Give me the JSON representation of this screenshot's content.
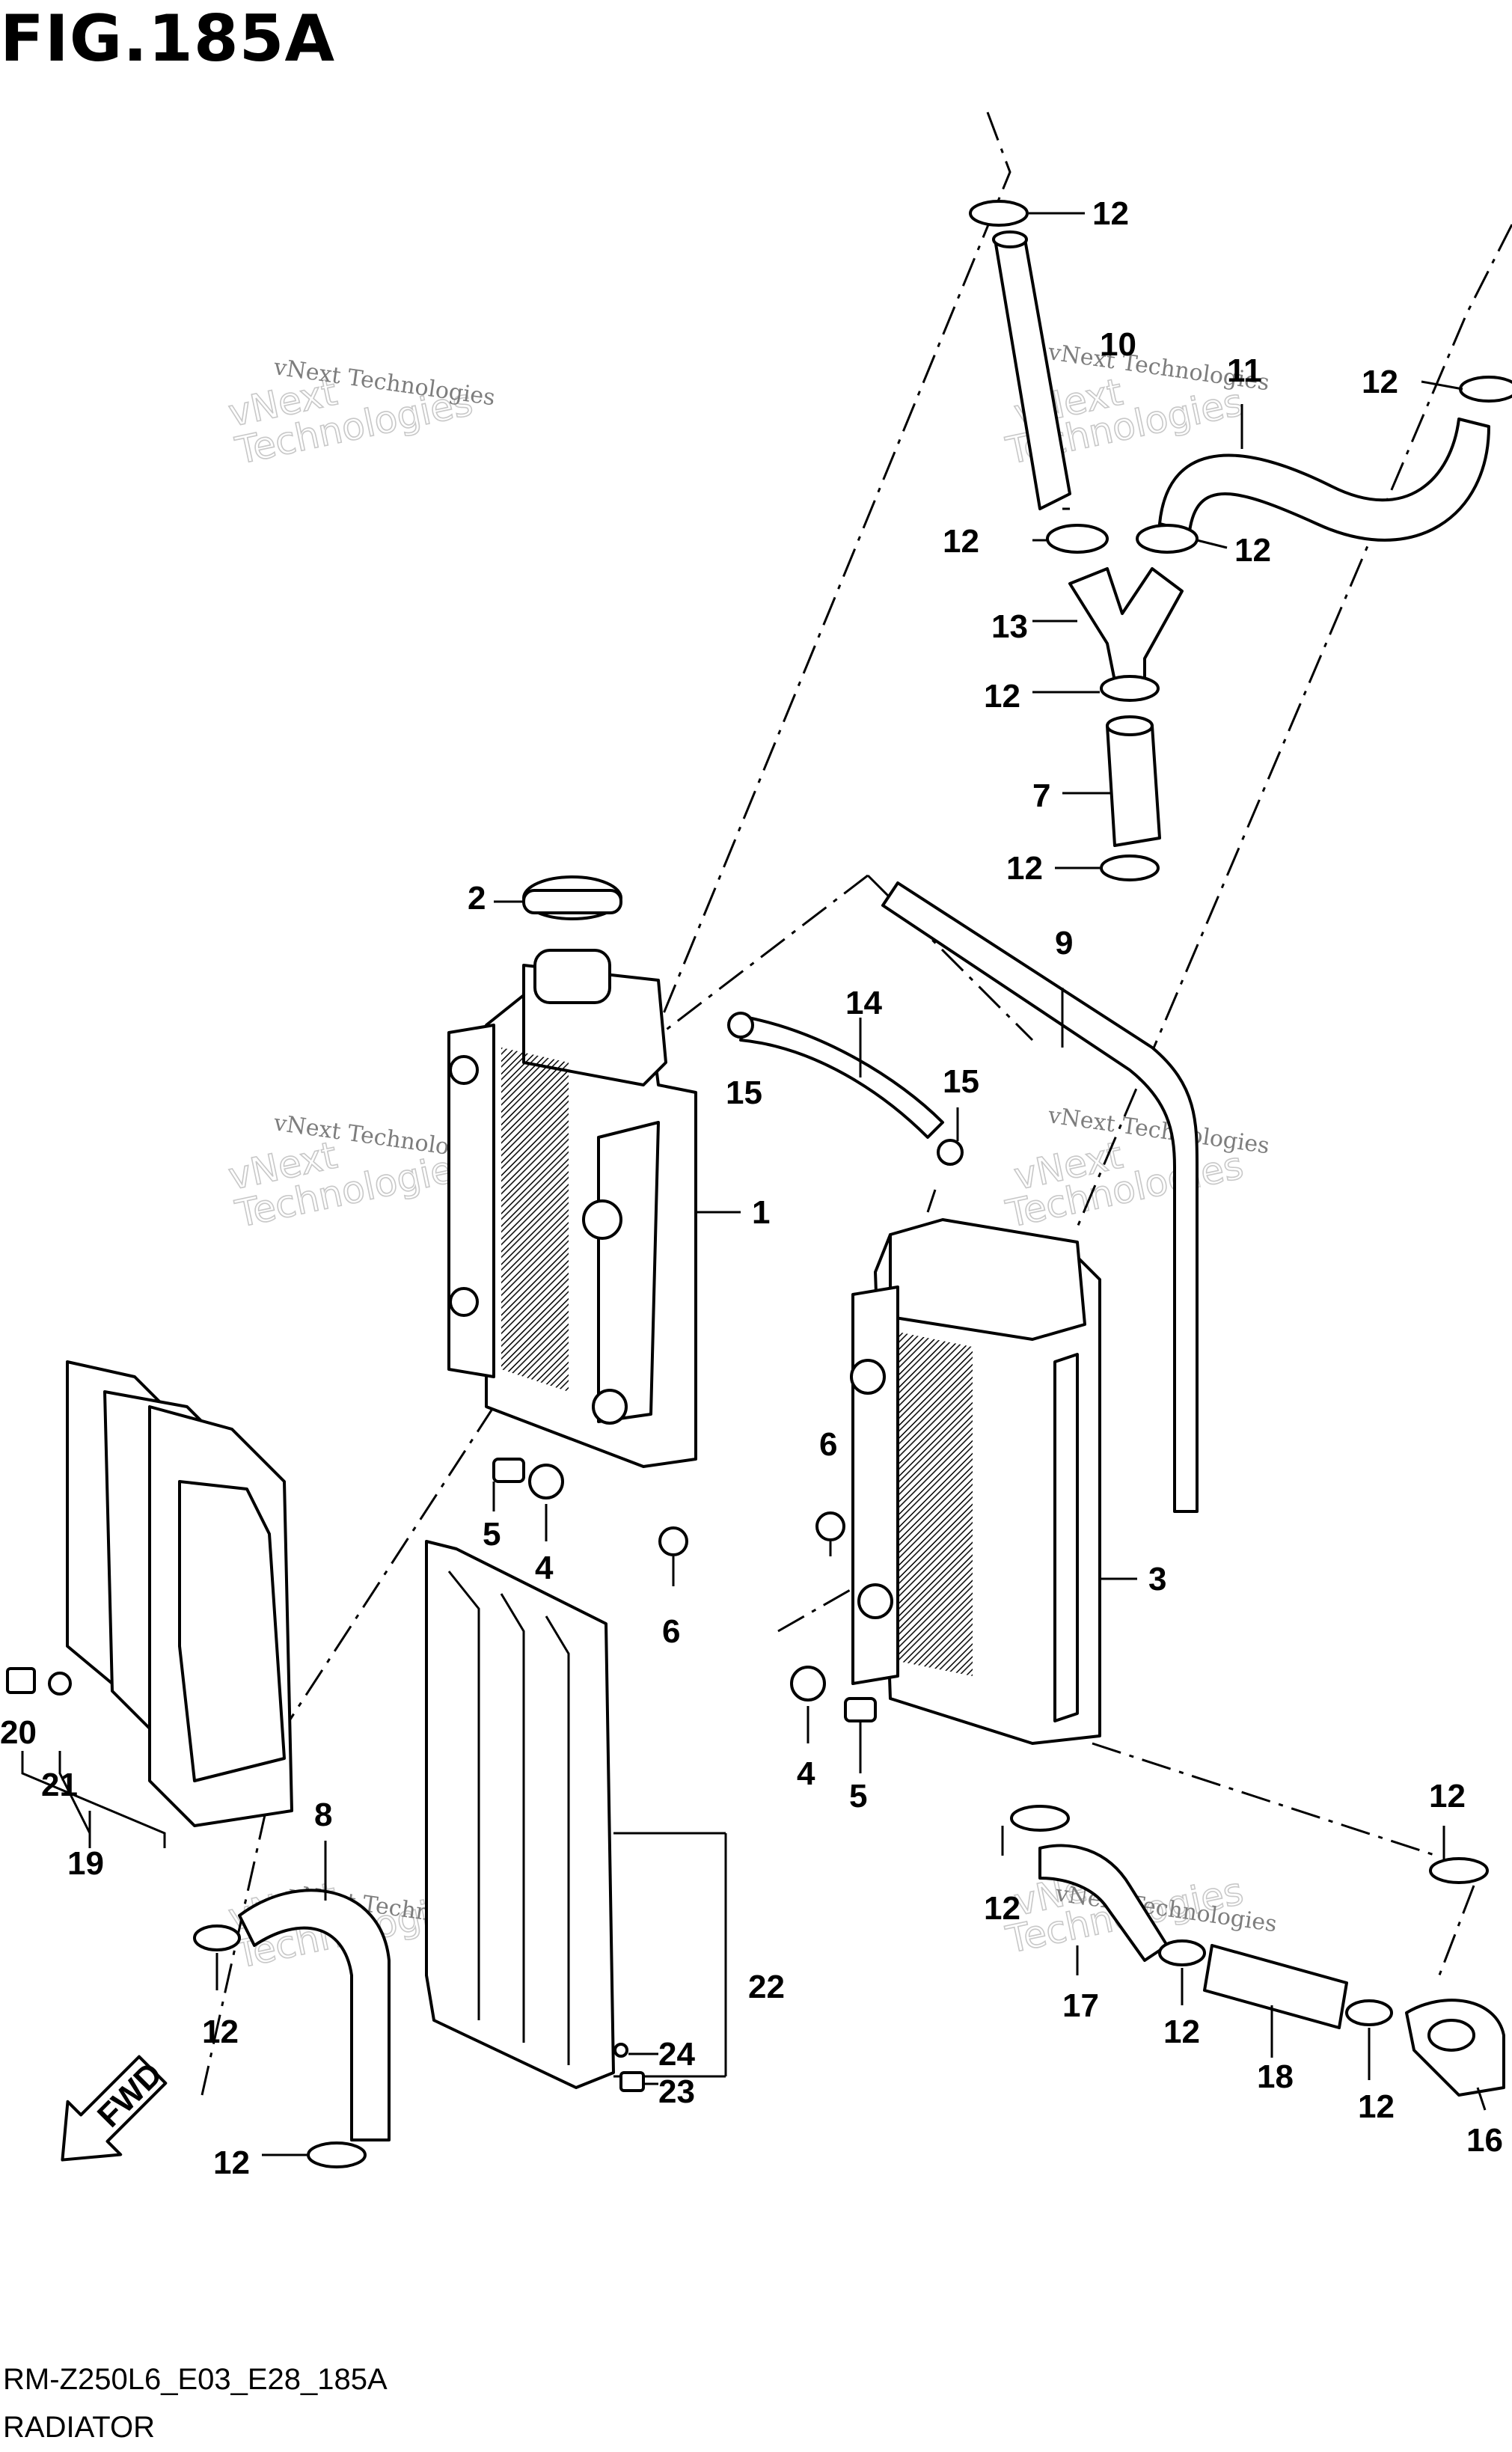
{
  "figure": {
    "title": "FIG.185A",
    "code": "RM-Z250L6_E03_E28_185A",
    "name": "RADIATOR"
  },
  "watermark": {
    "line1": "vNext Technologies",
    "line2": "vNext Technologies"
  },
  "callouts": [
    "1",
    "2",
    "3",
    "4",
    "4",
    "5",
    "5",
    "6",
    "6",
    "7",
    "8",
    "9",
    "10",
    "11",
    "12",
    "12",
    "12",
    "12",
    "12",
    "12",
    "12",
    "12",
    "12",
    "12",
    "12",
    "12",
    "13",
    "14",
    "15",
    "15",
    "16",
    "17",
    "18",
    "19",
    "20",
    "21",
    "22",
    "23",
    "24"
  ],
  "fwd_label": "FWD"
}
